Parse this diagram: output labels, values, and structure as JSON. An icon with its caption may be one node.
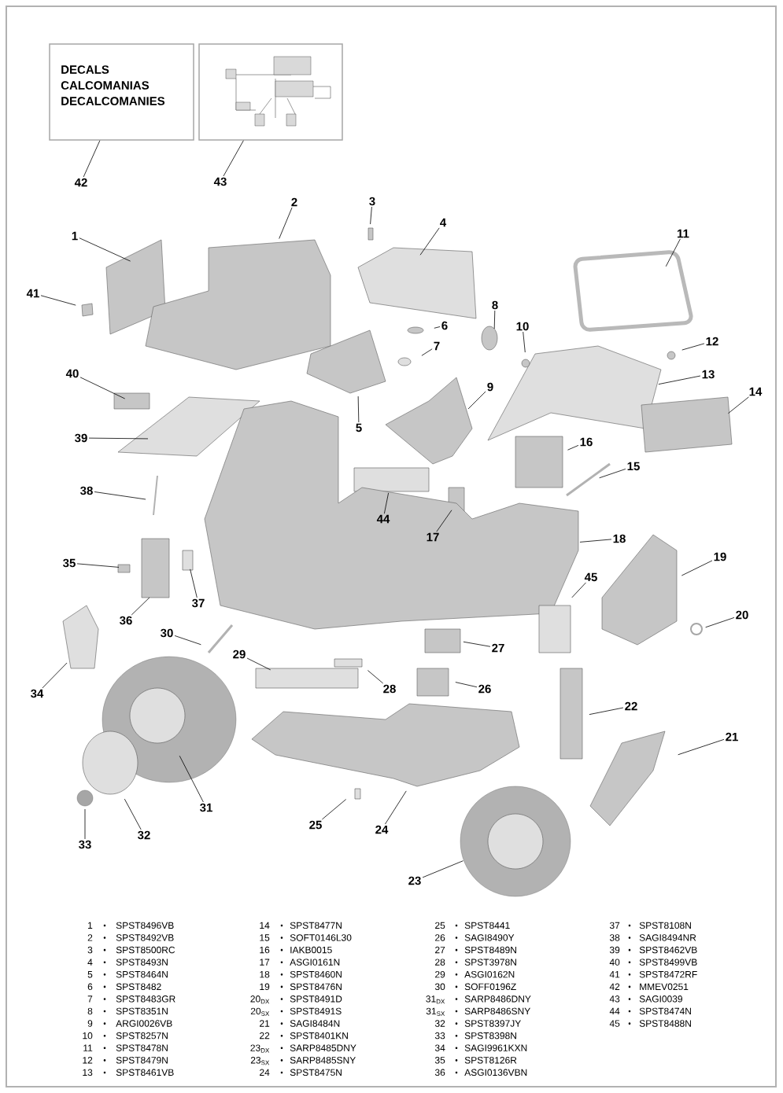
{
  "diagram": {
    "nodes": [
      {
        "text": [
          "DECALS",
          "CALCOMANIAS",
          "DECALCOMANIES"
        ]
      },
      {
        "text": [],
        "shape": "picture"
      },
      {
        "text": [
          "42"
        ]
      },
      {
        "text": [
          "43"
        ]
      },
      {
        "text": [
          "1"
        ]
      },
      {
        "text": [
          "2"
        ]
      },
      {
        "text": [
          "3"
        ]
      },
      {
        "text": [
          "4"
        ]
      },
      {
        "text": [
          "11"
        ]
      },
      {
        "text": [
          "41"
        ]
      },
      {
        "text": [
          "8"
        ]
      },
      {
        "text": [
          "10"
        ]
      },
      {
        "text": [
          "6"
        ]
      },
      {
        "text": [
          "12"
        ]
      },
      {
        "text": [
          "7"
        ]
      },
      {
        "text": [
          "40"
        ]
      },
      {
        "text": [
          "13"
        ]
      },
      {
        "text": [
          "9"
        ]
      },
      {
        "text": [
          "14"
        ]
      },
      {
        "text": [
          "5"
        ]
      },
      {
        "text": [
          "39"
        ]
      },
      {
        "text": [
          "16"
        ]
      },
      {
        "text": [
          "15"
        ]
      },
      {
        "text": [
          "38"
        ]
      },
      {
        "text": [
          "44"
        ]
      },
      {
        "text": [
          "17"
        ]
      },
      {
        "text": [
          "18"
        ]
      },
      {
        "text": [
          "19"
        ]
      },
      {
        "text": [
          "35"
        ]
      },
      {
        "text": [
          "45"
        ]
      },
      {
        "text": [
          "37"
        ]
      },
      {
        "text": [
          "20"
        ]
      },
      {
        "text": [
          "36"
        ]
      },
      {
        "text": [
          "30"
        ]
      },
      {
        "text": [
          "27"
        ]
      },
      {
        "text": [
          "29"
        ]
      },
      {
        "text": [
          "28"
        ]
      },
      {
        "text": [
          "26"
        ]
      },
      {
        "text": [
          "34"
        ]
      },
      {
        "text": [
          "22"
        ]
      },
      {
        "text": [
          "21"
        ]
      },
      {
        "text": [
          "31"
        ]
      },
      {
        "text": [
          "24"
        ]
      },
      {
        "text": [
          "25"
        ]
      },
      {
        "text": [
          "32"
        ]
      },
      {
        "text": [
          "33"
        ]
      },
      {
        "text": [
          "23"
        ]
      }
    ],
    "edges": [
      {
        "from": 2,
        "to": 0,
        "arrow": "none"
      },
      {
        "from": 3,
        "to": 1,
        "arrow": "none"
      },
      {
        "from": 4,
        "to": null,
        "arrow": "none"
      },
      {
        "from": 5,
        "to": null,
        "arrow": "none"
      },
      {
        "from": 6,
        "to": null,
        "arrow": "none"
      },
      {
        "from": 7,
        "to": null,
        "arrow": "none"
      },
      {
        "from": 8,
        "to": null,
        "arrow": "none"
      },
      {
        "from": 9,
        "to": null,
        "arrow": "none"
      },
      {
        "from": 10,
        "to": null,
        "arrow": "none"
      },
      {
        "from": 11,
        "to": null,
        "arrow": "none"
      },
      {
        "from": 12,
        "to": null,
        "arrow": "none"
      },
      {
        "from": 13,
        "to": null,
        "arrow": "none"
      },
      {
        "from": 14,
        "to": null,
        "arrow": "none"
      },
      {
        "from": 15,
        "to": null,
        "arrow": "none"
      },
      {
        "from": 16,
        "to": null,
        "arrow": "none"
      },
      {
        "from": 17,
        "to": null,
        "arrow": "none"
      },
      {
        "from": 18,
        "to": null,
        "arrow": "none"
      },
      {
        "from": 19,
        "to": null,
        "arrow": "none"
      },
      {
        "from": 20,
        "to": null,
        "arrow": "none"
      },
      {
        "from": 21,
        "to": null,
        "arrow": "none"
      },
      {
        "from": 22,
        "to": null,
        "arrow": "none"
      },
      {
        "from": 23,
        "to": null,
        "arrow": "none"
      },
      {
        "from": 24,
        "to": null,
        "arrow": "none"
      },
      {
        "from": 25,
        "to": null,
        "arrow": "none"
      },
      {
        "from": 26,
        "to": null,
        "arrow": "none"
      },
      {
        "from": 27,
        "to": null,
        "arrow": "none"
      },
      {
        "from": 28,
        "to": null,
        "arrow": "none"
      },
      {
        "from": 29,
        "to": null,
        "arrow": "none"
      },
      {
        "from": 30,
        "to": null,
        "arrow": "none"
      },
      {
        "from": 31,
        "to": null,
        "arrow": "none"
      },
      {
        "from": 32,
        "to": null,
        "arrow": "none"
      },
      {
        "from": 33,
        "to": null,
        "arrow": "none"
      },
      {
        "from": 34,
        "to": null,
        "arrow": "none"
      },
      {
        "from": 35,
        "to": null,
        "arrow": "none"
      },
      {
        "from": 36,
        "to": null,
        "arrow": "none"
      },
      {
        "from": 37,
        "to": null,
        "arrow": "none"
      },
      {
        "from": 38,
        "to": null,
        "arrow": "none"
      },
      {
        "from": 39,
        "to": null,
        "arrow": "none"
      },
      {
        "from": 40,
        "to": null,
        "arrow": "none"
      },
      {
        "from": 41,
        "to": null,
        "arrow": "none"
      },
      {
        "from": 42,
        "to": null,
        "arrow": "none"
      },
      {
        "from": 43,
        "to": null,
        "arrow": "none"
      },
      {
        "from": 44,
        "to": null,
        "arrow": "none"
      },
      {
        "from": 45,
        "to": null,
        "arrow": "none"
      },
      {
        "from": 46,
        "to": null,
        "arrow": "none"
      }
    ],
    "labels": [
      "1",
      "SPST8496VB",
      "14",
      "SPST8477N",
      "25",
      "SPST8441",
      "37",
      "SPST8108N",
      "2",
      "SPST8492VB",
      "15",
      "SOFT0146L30",
      "26",
      "SAGI8490Y",
      "38",
      "SAGI8494NR",
      "3",
      "SPST8500RC",
      "16",
      "IAKB0015",
      "27",
      "SPST8489N",
      "39",
      "SPST8462VB",
      "4",
      "SPST8493N",
      "17",
      "ASGI0161N",
      "28",
      "SPST3978N",
      "40",
      "SPST8499VB",
      "5",
      "SPST8464N",
      "18",
      "SPST8460N",
      "29",
      "ASGI0162N",
      "41",
      "SPST8472RF",
      "6",
      "SPST8482",
      "19",
      "SPST8476N",
      "30",
      "SOFF0196Z",
      "42",
      "MMEV0251",
      "7",
      "SPST8483GR",
      "20$_{DX}$",
      "SPST8491D",
      "31$_{DX}$",
      "SARP8486DNY",
      "43",
      "SAGI0039",
      "8",
      "SPST8351N",
      "20$_{SX}$",
      "SPST8491S",
      "31$_{SX}$",
      "SARP8486SNY",
      "44",
      "SPST8474N",
      "9",
      "ARGI0026VB",
      "21",
      "SAGI8484N",
      "32",
      "SPST8397JY",
      "45",
      "SPST8488N",
      "10",
      "SPST8257N",
      "22",
      "SPST8401KN",
      "33",
      "SPST8398N",
      "11",
      "SPST8478N",
      "23$_{DX}$",
      "SARP8485DNY",
      "34",
      "SAGI9961KXN",
      "12",
      "SPST8479N",
      "23$_{SX}$",
      "SARP8485SNY",
      "35",
      "SPST8126R",
      "13",
      "SPST8461VB",
      "24",
      "SPST8475N",
      "36",
      "ASGI0136VBN"
    ]
  }
}
